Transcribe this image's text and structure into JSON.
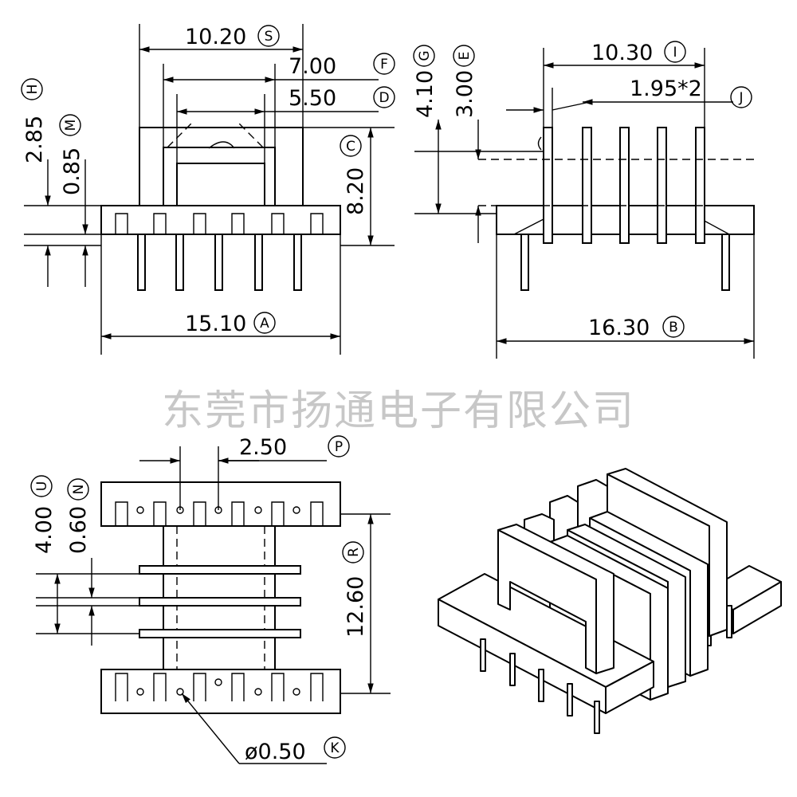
{
  "watermark": "东莞市扬通电子有限公司",
  "dimensions": {
    "S": {
      "value": "10.20",
      "label": "S"
    },
    "F": {
      "value": "7.00",
      "label": "F"
    },
    "D": {
      "value": "5.50",
      "label": "D"
    },
    "H": {
      "value": "2.85",
      "label": "H"
    },
    "M": {
      "value": "0.85",
      "label": "M"
    },
    "C": {
      "value": "8.20",
      "label": "C"
    },
    "A": {
      "value": "15.10",
      "label": "A"
    },
    "G": {
      "value": "4.10",
      "label": "G"
    },
    "E": {
      "value": "3.00",
      "label": "E"
    },
    "I": {
      "value": "10.30",
      "label": "I"
    },
    "J": {
      "value": "1.95*2",
      "label": "J"
    },
    "B": {
      "value": "16.30",
      "label": "B"
    },
    "P": {
      "value": "2.50",
      "label": "P"
    },
    "U": {
      "value": "4.00",
      "label": "U"
    },
    "N": {
      "value": "0.60",
      "label": "N"
    },
    "R": {
      "value": "12.60",
      "label": "R"
    },
    "K": {
      "value": "ø0.50",
      "label": "K"
    }
  },
  "colors": {
    "line": "#000000",
    "watermark": "#c7c7c7",
    "background": "#ffffff"
  }
}
